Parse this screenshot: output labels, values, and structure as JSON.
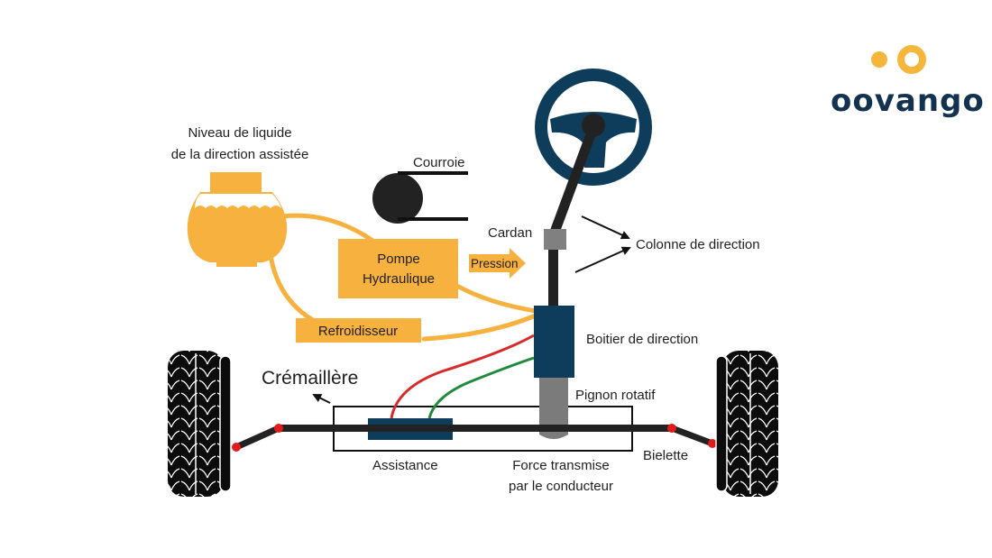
{
  "logo": {
    "text": "oovango",
    "dot_color": "#f5b63c",
    "text_color": "#12324f"
  },
  "colors": {
    "fluid": "#f7b13f",
    "navy": "#0e3d5c",
    "shaft": "#222222",
    "cardan": "#808080",
    "pinion": "#7b7b7b",
    "red_line": "#d92a2a",
    "green_line": "#1f8a3a",
    "joint": "#e11b1b"
  },
  "labels": {
    "reservoir_line1": "Niveau de liquide",
    "reservoir_line2": "de la direction assistée",
    "belt": "Courroie",
    "cardan": "Cardan",
    "column": "Colonne de direction",
    "pump_line1": "Pompe",
    "pump_line2": "Hydraulique",
    "pressure": "Pression",
    "cooler": "Refroidisseur",
    "steering_box": "Boitier de direction",
    "rack": "Crémaillère",
    "pinion": "Pignon rotatif",
    "assist": "Assistance",
    "force_line1": "Force transmise",
    "force_line2": "par le conducteur",
    "tie_rod": "Bielette"
  }
}
